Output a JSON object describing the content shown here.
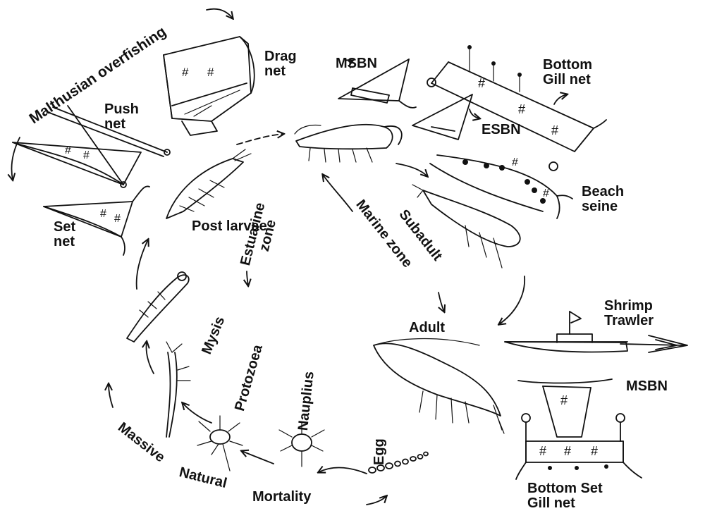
{
  "gears": {
    "drag_net": [
      "Drag",
      "net"
    ],
    "push_net": [
      "Push",
      "net"
    ],
    "set_net": [
      "Set",
      "net"
    ],
    "msbn_top": "MSBN",
    "esbn": "ESBN",
    "bottom_gill_net": [
      "Bottom",
      "Gill net"
    ],
    "beach_seine": [
      "Beach",
      "seine"
    ],
    "shrimp_trawler": [
      "Shrimp",
      "Trawler"
    ],
    "msbn_bottom": "MSBN",
    "bottom_set_gill_net": [
      "Bottom Set",
      "Gill net"
    ]
  },
  "stages": {
    "post_larvae": "Post larvae",
    "subadult": "Subadult",
    "adult": "Adult",
    "egg": "Egg",
    "nauplius": "Nauplius",
    "protozoea": "Protozoea",
    "mysis": "Mysis"
  },
  "zones": {
    "estuarine": [
      "Estuarine",
      "zone"
    ],
    "marine": "Marine zone"
  },
  "pressures": {
    "malthusian": "Malthusian overfishing",
    "mortality_words": [
      "Massive",
      "Natural",
      "Mortality"
    ]
  },
  "hash_symbol": "#",
  "ink_color": "#111111"
}
